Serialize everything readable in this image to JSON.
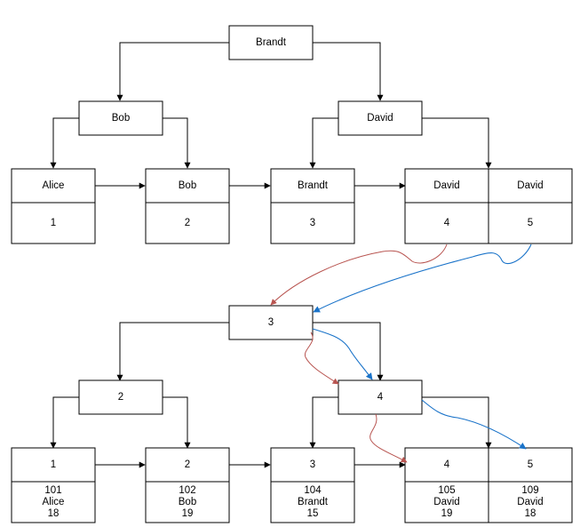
{
  "top_tree": {
    "root": "Brandt",
    "internal": [
      "Bob",
      "David"
    ],
    "leaves": [
      {
        "key": "Alice",
        "value": "1"
      },
      {
        "key": "Bob",
        "value": "2"
      },
      {
        "key": "Brandt",
        "value": "3"
      },
      {
        "key": "David",
        "value": "4"
      },
      {
        "key": "David",
        "value": "5"
      }
    ]
  },
  "bottom_tree": {
    "root": "3",
    "internal": [
      "2",
      "4"
    ],
    "leaves": [
      {
        "key": "1",
        "lines": [
          "101",
          "Alice",
          "18"
        ]
      },
      {
        "key": "2",
        "lines": [
          "102",
          "Bob",
          "19"
        ]
      },
      {
        "key": "3",
        "lines": [
          "104",
          "Brandt",
          "15"
        ]
      },
      {
        "key": "4",
        "lines": [
          "105",
          "David",
          "19"
        ]
      },
      {
        "key": "5",
        "lines": [
          "109",
          "David",
          "18"
        ]
      }
    ]
  },
  "colors": {
    "lookup_red": "#b85450",
    "lookup_blue": "#1a73c9",
    "line": "#000000"
  }
}
